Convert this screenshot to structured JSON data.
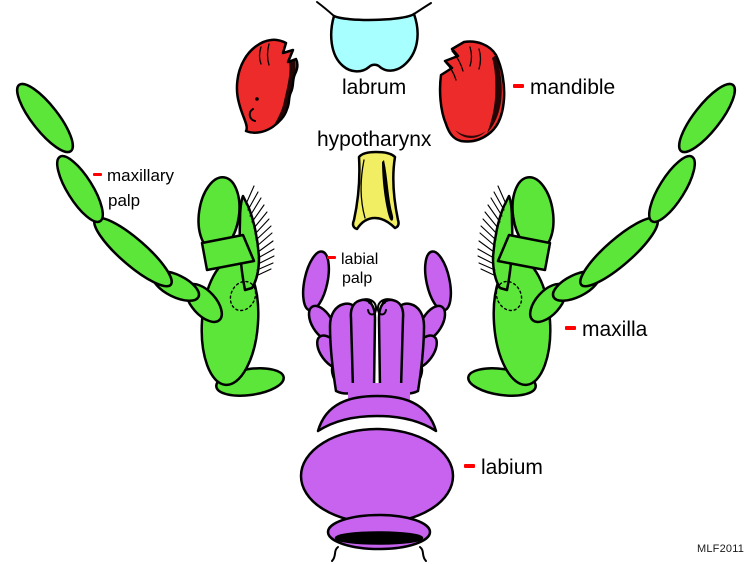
{
  "figure": {
    "credit": "MLF2011",
    "background": "#FFFFFF",
    "colors": {
      "labrum": "#A8FFFF",
      "mandible": "#ED2B2B",
      "hypotharynx": "#F2EE63",
      "maxilla": "#5CE63A",
      "labium": "#C763EF",
      "outline": "#000000",
      "label_text": "#000000",
      "label_dash": "#FF0000"
    },
    "labels": {
      "labrum": "labrum",
      "hypotharynx": "hypotharynx",
      "mandible": "mandible",
      "maxillary_palp": [
        "maxillary",
        "palp"
      ],
      "labial_palp": [
        "labial",
        "palp"
      ],
      "maxilla": "maxilla",
      "labium": "labium"
    }
  }
}
